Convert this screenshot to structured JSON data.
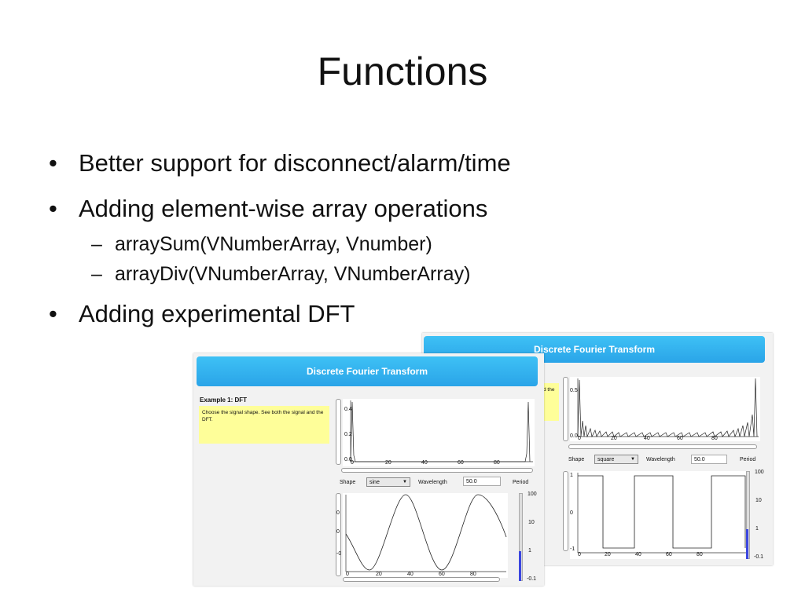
{
  "slide": {
    "title": "Functions",
    "bullets": [
      {
        "text": "Better support for disconnect/alarm/time"
      },
      {
        "text": "Adding element-wise array operations",
        "sub": [
          "arraySum(VNumberArray, Vnumber)",
          "arrayDiv(VNumberArray, VNumberArray)"
        ]
      },
      {
        "text": "Adding experimental DFT"
      }
    ]
  },
  "front_window": {
    "header": "Discrete Fourier Transform",
    "example_label": "Example 1: DFT",
    "note": "Choose the signal shape. See both the signal and the DFT.",
    "dft_plot": {
      "y_ticks": [
        "0.4",
        "0.2",
        "0.0"
      ],
      "x_ticks": [
        "0",
        "20",
        "40",
        "60",
        "80"
      ]
    },
    "controls": {
      "shape_label": "Shape",
      "shape_value": "sine",
      "wavelength_label": "Wavelength",
      "wavelength_value": "50.0",
      "period_label": "Period"
    },
    "signal_plot": {
      "y_ticks": [
        "0",
        "0",
        "-0"
      ],
      "x_ticks": [
        "0",
        "20",
        "40",
        "60",
        "80"
      ]
    },
    "period_slider": {
      "ticks": [
        "100",
        "10",
        "1",
        "-0.1"
      ]
    }
  },
  "back_window": {
    "header": "Discrete Fourier Transform",
    "note_fragment": "d the",
    "dft_plot": {
      "y_ticks": [
        "0.5",
        "0.0"
      ],
      "x_ticks": [
        "0",
        "20",
        "40",
        "60",
        "80"
      ]
    },
    "controls": {
      "shape_label": "Shape",
      "shape_value": "square",
      "wavelength_label": "Wavelength",
      "wavelength_value": "50.0",
      "period_label": "Period"
    },
    "signal_plot": {
      "y_ticks": [
        "1",
        "0",
        "-1"
      ],
      "x_ticks": [
        "0",
        "20",
        "40",
        "60",
        "80"
      ]
    },
    "period_slider": {
      "ticks": [
        "100",
        "10",
        "1",
        "-0.1"
      ]
    }
  }
}
